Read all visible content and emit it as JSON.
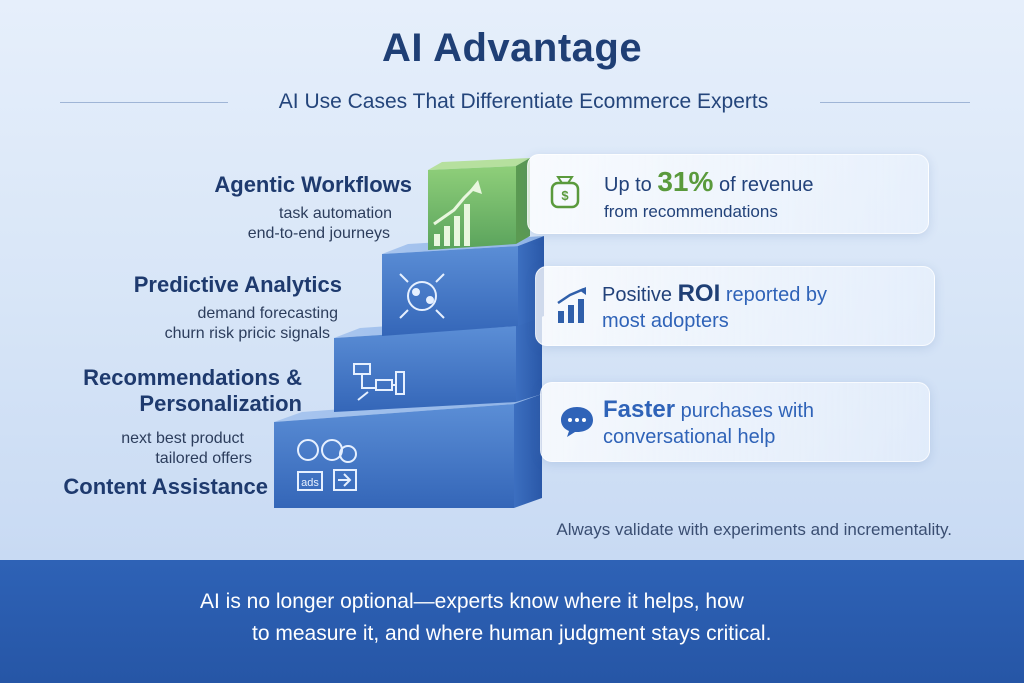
{
  "header": {
    "title": "AI Advantage",
    "subtitle": "AI Use Cases That Differentiate Ecommerce Experts"
  },
  "steps": [
    {
      "title": "Agentic Workflows",
      "lines": [
        "task automation",
        "end-to-end journeys"
      ]
    },
    {
      "title": "Predictive Analytics",
      "lines": [
        "demand forecasting",
        "churn risk pricic signals"
      ]
    },
    {
      "title_line1": "Recommendations &",
      "title_line2": "Personalization",
      "lines": [
        "next best product",
        "tailored offers"
      ]
    },
    {
      "title": "Content Assistance",
      "icon_text": "ads"
    }
  ],
  "cards": [
    {
      "pre": "Up to ",
      "highlight": "31%",
      "post": " of revenue",
      "line2": "from recommendations",
      "icon": "money-bag-icon"
    },
    {
      "pre": "Positive ",
      "highlight": "ROI",
      "post": " reported by",
      "line2": "most adopters",
      "icon": "bar-chart-icon"
    },
    {
      "highlight": "Faster",
      "post": " purchases with",
      "line2": "conversational help",
      "icon": "chat-bubble-icon"
    }
  ],
  "note": "Always validate with experiments and incrementality.",
  "banner": {
    "line1": "AI is no longer optional—experts know where it helps, how",
    "line2": "to measure it, and where human judgment stays critical."
  },
  "colors": {
    "title": "#1f3f75",
    "accent_green": "#5a9a3c",
    "step_blue": "#3f74c4",
    "banner": "#2a5cae"
  }
}
